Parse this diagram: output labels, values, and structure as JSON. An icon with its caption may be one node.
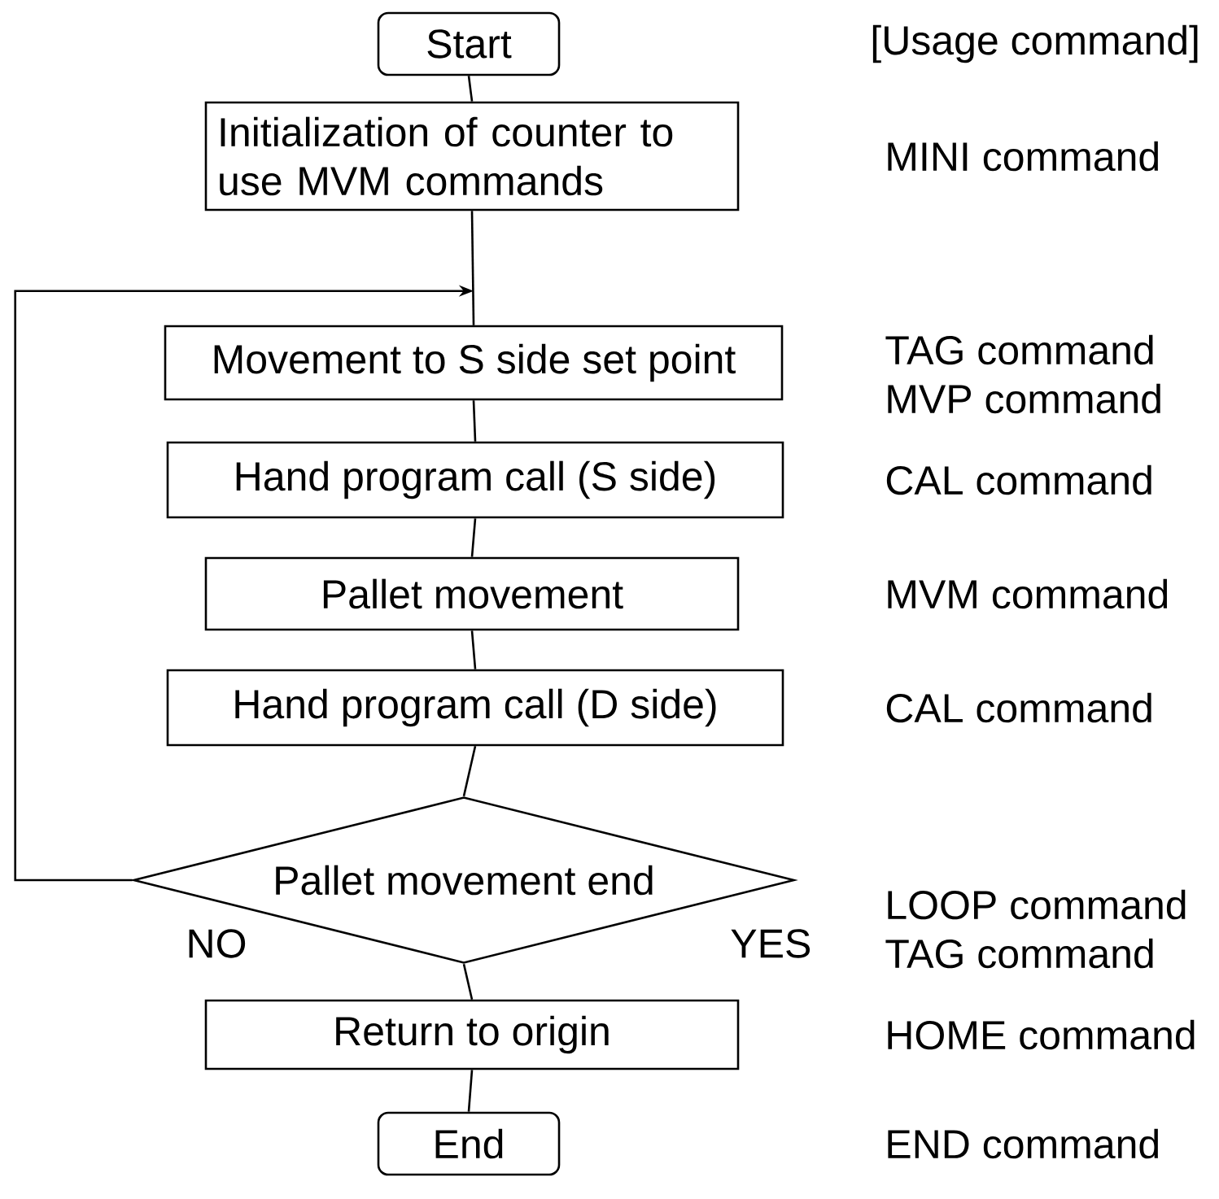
{
  "diagram": {
    "nodes": [
      {
        "text": [
          "Start"
        ]
      },
      {
        "text": [
          "Initialization of counter to use MVM commands"
        ]
      },
      {
        "text": [
          "Movement to S side set point"
        ]
      },
      {
        "text": [
          "Hand program call (S side)"
        ]
      },
      {
        "text": [
          "Pallet movement"
        ]
      },
      {
        "text": [
          "Hand program call (D side)"
        ]
      },
      {
        "text": [
          "Pallet movement end"
        ]
      },
      {
        "text": [
          "Return to origin"
        ]
      },
      {
        "text": [
          "End"
        ]
      }
    ],
    "edges": [
      {
        "from": 0,
        "to": 1,
        "arrow": "none"
      },
      {
        "from": 1,
        "to": 2,
        "arrow": "none"
      },
      {
        "from": 2,
        "to": 3,
        "arrow": "none"
      },
      {
        "from": 3,
        "to": 4,
        "arrow": "none"
      },
      {
        "from": 4,
        "to": 5,
        "arrow": "none"
      },
      {
        "from": 5,
        "to": 6,
        "arrow": "none"
      },
      {
        "from": 6,
        "to": 7,
        "arrow": "none"
      },
      {
        "from": 7,
        "to": 8,
        "arrow": "none"
      },
      {
        "from": 6,
        "to": 2,
        "arrow": "to",
        "label": "NO"
      }
    ],
    "labels": [
      "[Usage command]",
      "MINI command",
      "TAG command",
      "MVP command",
      "CAL command",
      "MVM command",
      "CAL command",
      "LOOP command",
      "YES",
      "TAG command",
      "HOME command",
      "END command"
    ]
  }
}
